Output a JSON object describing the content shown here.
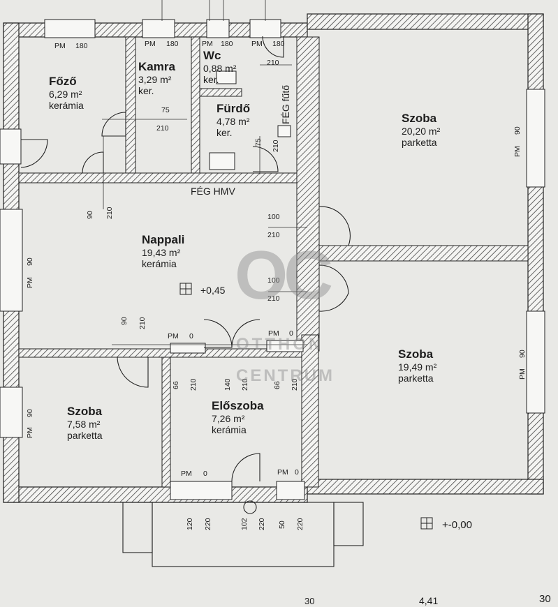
{
  "rooms": [
    {
      "name": "Főző",
      "area": "6,29 m²",
      "material": "kerámia"
    },
    {
      "name": "Kamra",
      "area": "3,29 m²",
      "material": "ker."
    },
    {
      "name": "Wc",
      "area": "0,88 m²",
      "material": "ker."
    },
    {
      "name": "Fürdő",
      "area": "4,78 m²",
      "material": "ker."
    },
    {
      "name": "Szoba",
      "area": "20,20 m²",
      "material": "parketta"
    },
    {
      "name": "Nappali",
      "area": "19,43 m²",
      "material": "kerámia"
    },
    {
      "name": "Szoba",
      "area": "19,49 m²",
      "material": "parketta"
    },
    {
      "name": "Szoba",
      "area": "7,58 m²",
      "material": "parketta"
    },
    {
      "name": "Előszoba",
      "area": "7,26 m²",
      "material": "kerámia"
    }
  ],
  "annotations": {
    "feg_futo": "FÉG fűtő",
    "feg_hmv": "FÉG HMV",
    "level_inside": "+0,45",
    "level_outside": "+-0,00"
  },
  "dims": {
    "pm": "PM",
    "n0": "0",
    "n50": "50",
    "n66": "66",
    "n75": "75",
    "n90": "90",
    "n100": "100",
    "n102": "102",
    "n120": "120",
    "n140": "140",
    "n180": "180",
    "n210": "210",
    "n220": "220",
    "n30": "30",
    "n441": "4,41"
  },
  "watermark": {
    "logo": "OC",
    "line1": "OTTHON",
    "line2": "CENTRUM"
  }
}
